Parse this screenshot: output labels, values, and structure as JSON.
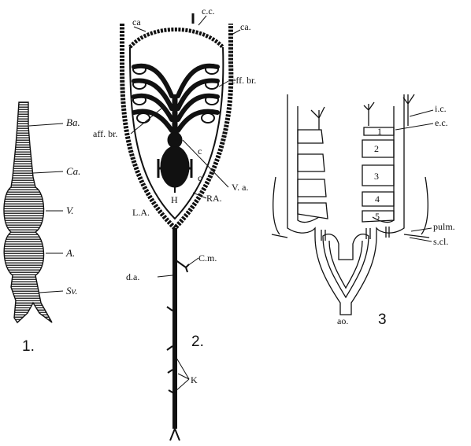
{
  "figure1": {
    "number": "1.",
    "labels": {
      "ba": "Ba.",
      "ca": "Ca.",
      "v": "V.",
      "a": "A.",
      "sv": "Sv."
    }
  },
  "figure2": {
    "number": "2.",
    "labels": {
      "ca_left": "ca",
      "cc": "c.c.",
      "ca_right": "ca.",
      "eff_br": "eff. br.",
      "aff_br": "aff. br.",
      "c_upper": "c",
      "c_lower": "c",
      "va": "V. a.",
      "h": "H",
      "la": "L.A.",
      "ra": "RA.",
      "cm": "C.m.",
      "da": "d.a.",
      "k": "K"
    }
  },
  "figure3": {
    "number": "3",
    "labels": {
      "ic": "i.c.",
      "ec": "e.c.",
      "arch1": "1",
      "arch2": "2",
      "arch3": "3",
      "arch4": "4",
      "arch5": "5",
      "pulm": "pulm.",
      "scl": "s.cl.",
      "ao": "ao."
    }
  }
}
